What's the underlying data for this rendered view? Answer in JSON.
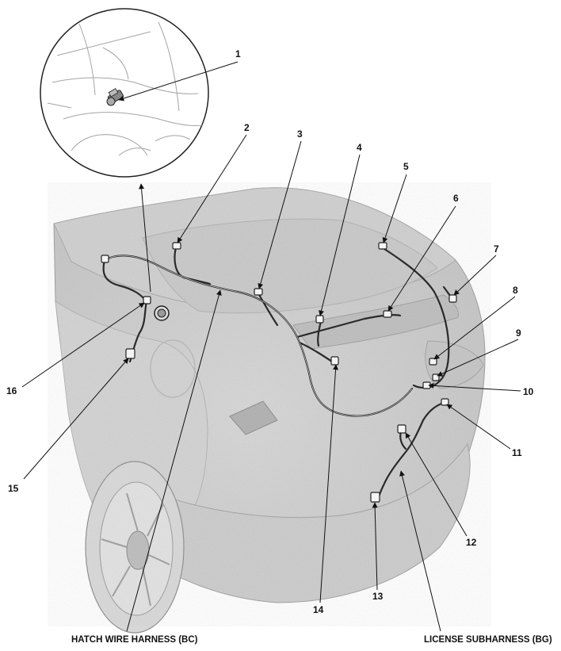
{
  "callouts": [
    "1",
    "2",
    "3",
    "4",
    "5",
    "6",
    "7",
    "8",
    "9",
    "10",
    "11",
    "12",
    "13",
    "14",
    "15",
    "16"
  ],
  "labels": {
    "hatch_harness": "HATCH WIRE HARNESS (BC)",
    "license_subharness": "LICENSE SUBHARNESS (BG)"
  }
}
